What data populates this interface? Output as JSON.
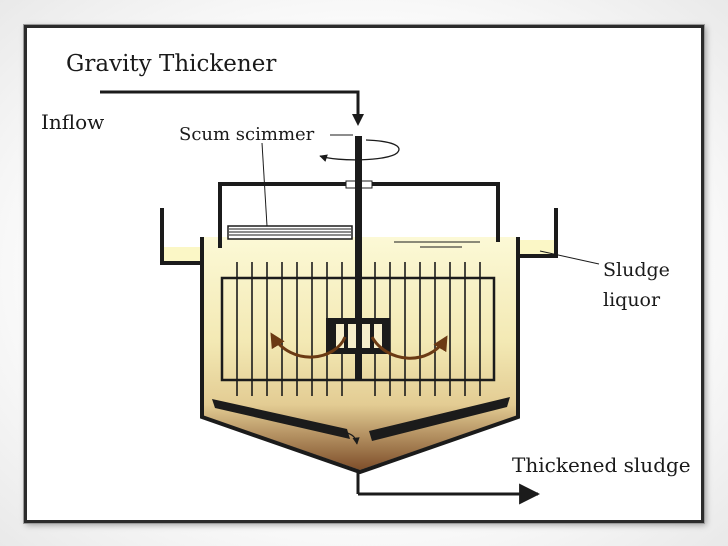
{
  "diagram": {
    "title": "Gravity Thickener",
    "labels": {
      "inflow": "Inflow",
      "scum_skimmer": "Scum scimmer",
      "sludge_liquor_line1": "Sludge",
      "sludge_liquor_line2": "liquor",
      "thickened_sludge": "Thickened sludge"
    },
    "colors": {
      "liquid_top": "#fbf8d3",
      "liquid_mid": "#efe0a6",
      "sludge_bottom": "#8b5a32",
      "flow_arrow": "#6b3a14",
      "structure": "#1b1b1b"
    }
  }
}
